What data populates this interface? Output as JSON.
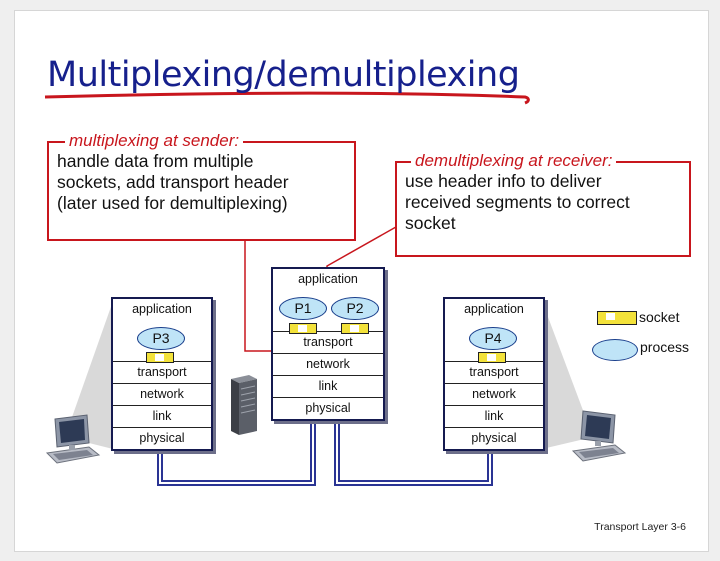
{
  "slide": {
    "title": "Multiplexing/demultiplexing",
    "footer": "Transport Layer 3-6",
    "colors": {
      "title": "#16208c",
      "accent": "#c8161d",
      "process": "#bfe4f7",
      "socket": "#f3e23a",
      "link_wire": "#2a3494"
    }
  },
  "sender_callout": {
    "label": "multiplexing at sender:",
    "lines": [
      "handle data from multiple",
      "sockets, add transport header",
      "(later used for demultiplexing)"
    ]
  },
  "receiver_callout": {
    "label": "demultiplexing at receiver:",
    "lines": [
      "use header info to deliver",
      "received segments to correct",
      "socket"
    ]
  },
  "stacks": {
    "left": {
      "application": "application",
      "process": "P3",
      "layers": [
        "transport",
        "network",
        "link",
        "physical"
      ]
    },
    "middle": {
      "application": "application",
      "processes": [
        "P1",
        "P2"
      ],
      "layers": [
        "transport",
        "network",
        "link",
        "physical"
      ]
    },
    "right": {
      "application": "application",
      "process": "P4",
      "layers": [
        "transport",
        "network",
        "link",
        "physical"
      ]
    }
  },
  "legend": {
    "socket": "socket",
    "process": "process"
  },
  "icons": [
    "client-computer-icon",
    "server-icon",
    "socket-icon",
    "process-icon"
  ]
}
